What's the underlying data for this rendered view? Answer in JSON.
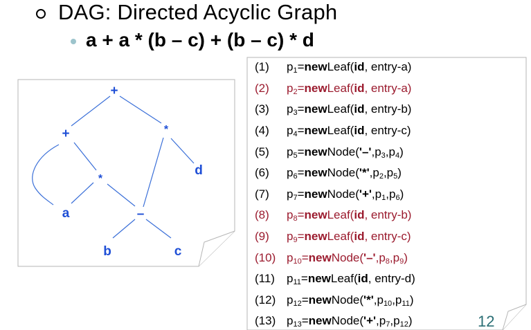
{
  "heading": {
    "line1": "DAG: Directed Acyclic Graph",
    "line2": "a + a * (b – c) + (b – c) * d"
  },
  "diagram": {
    "nodes": [
      {
        "id": "root-plus",
        "label": "+"
      },
      {
        "id": "left-plus",
        "label": "+"
      },
      {
        "id": "right-times",
        "label": "*"
      },
      {
        "id": "mid-times",
        "label": "*"
      },
      {
        "id": "d",
        "label": "d"
      },
      {
        "id": "a",
        "label": "a"
      },
      {
        "id": "minus",
        "label": "–"
      },
      {
        "id": "b",
        "label": "b"
      },
      {
        "id": "c",
        "label": "c"
      }
    ],
    "edges": [
      [
        "root-plus",
        "left-plus"
      ],
      [
        "root-plus",
        "right-times"
      ],
      [
        "left-plus",
        "a"
      ],
      [
        "left-plus",
        "mid-times"
      ],
      [
        "mid-times",
        "a"
      ],
      [
        "mid-times",
        "minus"
      ],
      [
        "right-times",
        "minus"
      ],
      [
        "right-times",
        "d"
      ],
      [
        "minus",
        "b"
      ],
      [
        "minus",
        "c"
      ]
    ],
    "node_color": "#1f4fd6",
    "edge_color": "#3a6fd8"
  },
  "code": {
    "lines": [
      {
        "num": "(1)",
        "lhs": "p",
        "lhs_sub": "1",
        "eq": " = ",
        "kw": "new",
        "ctor": " Leaf(",
        "arg1_bold": "id",
        "rest": ", entry-a)",
        "highlight": false
      },
      {
        "num": "(2)",
        "lhs": "p",
        "lhs_sub": "2",
        "eq": " = ",
        "kw": "new",
        "ctor": " Leaf(",
        "arg1_bold": "id",
        "rest": ", entry-a)",
        "highlight": true
      },
      {
        "num": "(3)",
        "lhs": "p",
        "lhs_sub": "3",
        "eq": " = ",
        "kw": "new",
        "ctor": " Leaf(",
        "arg1_bold": "id",
        "rest": ", entry-b)",
        "highlight": false
      },
      {
        "num": "(4)",
        "lhs": "p",
        "lhs_sub": "4",
        "eq": " = ",
        "kw": "new",
        "ctor": " Leaf(",
        "arg1_bold": "id",
        "rest": ", entry-c)",
        "highlight": false
      },
      {
        "num": "(5)",
        "lhs": "p",
        "lhs_sub": "5",
        "eq": " = ",
        "kw": "new",
        "ctor": " Node(",
        "op": "'–'",
        "a1": "p",
        "a1_sub": "3",
        "a2": "p",
        "a2_sub": "4",
        "highlight": false
      },
      {
        "num": "(6)",
        "lhs": "p",
        "lhs_sub": "6",
        "eq": " = ",
        "kw": "new",
        "ctor": " Node(",
        "op": "'*'",
        "a1": "p",
        "a1_sub": "2",
        "a2": "p",
        "a2_sub": "5",
        "highlight": false
      },
      {
        "num": "(7)",
        "lhs": "p",
        "lhs_sub": "7",
        "eq": " = ",
        "kw": "new",
        "ctor": " Node(",
        "op": "'+'",
        "a1": "p",
        "a1_sub": "1",
        "a2": "p",
        "a2_sub": "6",
        "highlight": false
      },
      {
        "num": "(8)",
        "lhs": "p",
        "lhs_sub": "8",
        "eq": " = ",
        "kw": "new",
        "ctor": " Leaf(",
        "arg1_bold": "id",
        "rest": ", entry-b)",
        "highlight": true
      },
      {
        "num": "(9)",
        "lhs": "p",
        "lhs_sub": "9",
        "eq": " = ",
        "kw": "new",
        "ctor": " Leaf(",
        "arg1_bold": "id",
        "rest": ", entry-c)",
        "highlight": true
      },
      {
        "num": "(10)",
        "lhs": "p",
        "lhs_sub": "10",
        "eq": " = ",
        "kw": "new",
        "ctor": " Node(",
        "op": "'–'",
        "a1": "p",
        "a1_sub": "8",
        "a2": "p",
        "a2_sub": "9",
        "highlight": true
      },
      {
        "num": "(11)",
        "lhs": "p",
        "lhs_sub": "11",
        "eq": " = ",
        "kw": "new",
        "ctor": " Leaf(",
        "arg1_bold": "id",
        "rest": ", entry-d)",
        "highlight": false
      },
      {
        "num": "(12)",
        "lhs": "p",
        "lhs_sub": "12",
        "eq": " = ",
        "kw": "new",
        "ctor": " Node(",
        "op": "'*'",
        "a1": "p",
        "a1_sub": "10",
        "a2": "p",
        "a2_sub": "11",
        "highlight": false
      },
      {
        "num": "(13)",
        "lhs": "p",
        "lhs_sub": "13",
        "eq": " = ",
        "kw": "new",
        "ctor": " Node(",
        "op": "'+'",
        "a1": "p",
        "a1_sub": "7",
        "a2": "p",
        "a2_sub": "12",
        "highlight": false
      }
    ],
    "highlight_color": "#9b1b2e"
  },
  "footer": {
    "partial_page_number": "12"
  }
}
